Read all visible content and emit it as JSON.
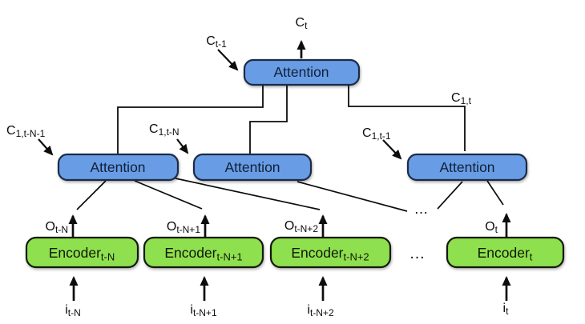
{
  "figure": {
    "colors": {
      "attention_fill": "#689de6",
      "attention_border": "#1c2b47",
      "encoder_fill": "#8fe04e",
      "encoder_border": "#121a0c",
      "line": "#0d0d0d"
    },
    "top_attention": {
      "label": "Attention"
    },
    "attentions": [
      {
        "label": "Attention"
      },
      {
        "label": "Attention"
      },
      {
        "label": "Attention"
      }
    ],
    "encoders": [
      {
        "name": {
          "main": "Encoder",
          "sub": "t-N"
        },
        "output": {
          "main": "O",
          "sub": "t-N"
        },
        "input": {
          "main": "i",
          "sub": "t-N"
        }
      },
      {
        "name": {
          "main": "Encoder",
          "sub": "t-N+1"
        },
        "output": {
          "main": "O",
          "sub": "t-N+1"
        },
        "input": {
          "main": "i",
          "sub": "t-N+1"
        }
      },
      {
        "name": {
          "main": "Encoder",
          "sub": "t-N+2"
        },
        "output": {
          "main": "O",
          "sub": "t-N+2"
        },
        "input": {
          "main": "i",
          "sub": "t-N+2"
        }
      },
      {
        "name": {
          "main": "Encoder",
          "sub": "t"
        },
        "output": {
          "main": "O",
          "sub": "t"
        },
        "input": {
          "main": "i",
          "sub": "t"
        }
      }
    ],
    "context": {
      "out_top": {
        "main": "C",
        "sub": "t"
      },
      "in_top": {
        "main": "C",
        "sub": "t-1"
      },
      "in_left": {
        "main": "C",
        "sub": "1,t-N-1"
      },
      "in_mid": {
        "main": "C",
        "sub": "1,t-N"
      },
      "in_right": {
        "main": "C",
        "sub": "1,t-1"
      },
      "link_right": {
        "main": "C",
        "sub": "1,t"
      }
    },
    "ellipsis_links": "…",
    "ellipsis_encoders": "…"
  }
}
